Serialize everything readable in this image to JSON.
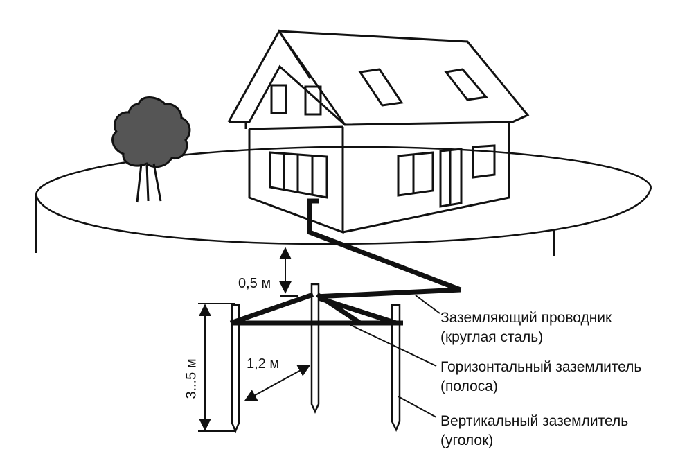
{
  "labels": {
    "conductor_line1": "Заземляющий проводник",
    "conductor_line2": "(круглая сталь)",
    "horizontal_line1": "Горизонтальный заземлитель",
    "horizontal_line2": "(полоса)",
    "vertical_line1": "Вертикальный заземлитель",
    "vertical_line2": "(уголок)"
  },
  "dimensions": {
    "depth": "0,5 м",
    "spacing": "1,2 м",
    "rod_length": "3...5 м"
  },
  "colors": {
    "ink": "#111111",
    "tree_fill": "#555555",
    "background": "#ffffff"
  }
}
